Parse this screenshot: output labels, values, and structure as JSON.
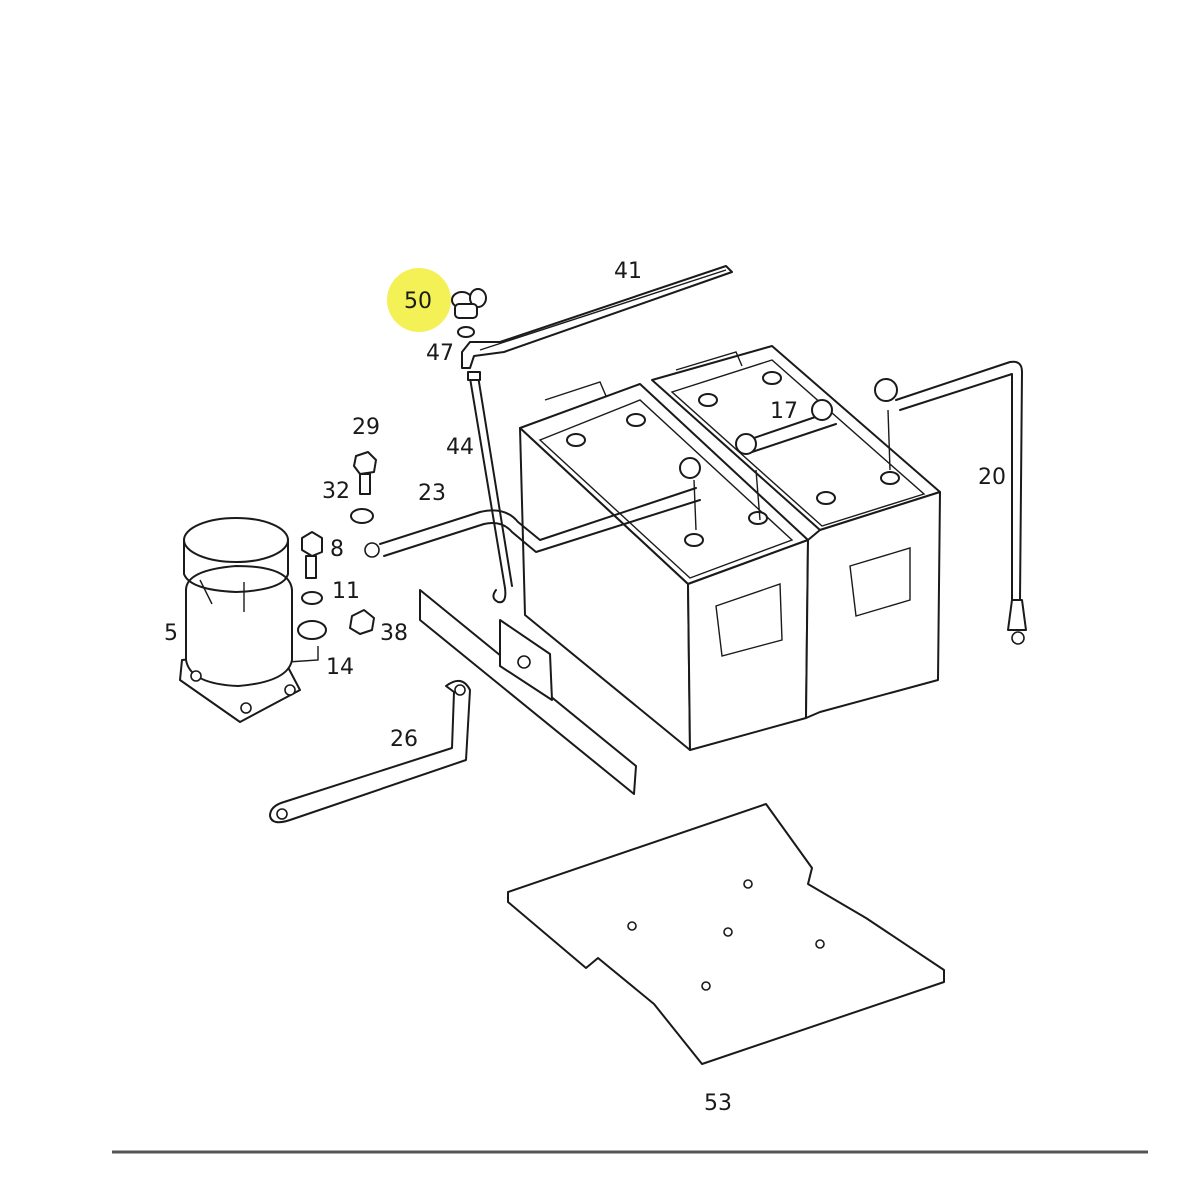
{
  "diagram": {
    "highlight_color": "#f2ee3a",
    "highlighted_part": "50",
    "callouts": {
      "p50": "50",
      "p47": "47",
      "p41": "41",
      "p44": "44",
      "p29": "29",
      "p32": "32",
      "p23": "23",
      "p17": "17",
      "p20": "20",
      "p8": "8",
      "p11": "11",
      "p5": "5",
      "p38": "38",
      "p14": "14",
      "p26": "26",
      "p53": "53"
    }
  }
}
